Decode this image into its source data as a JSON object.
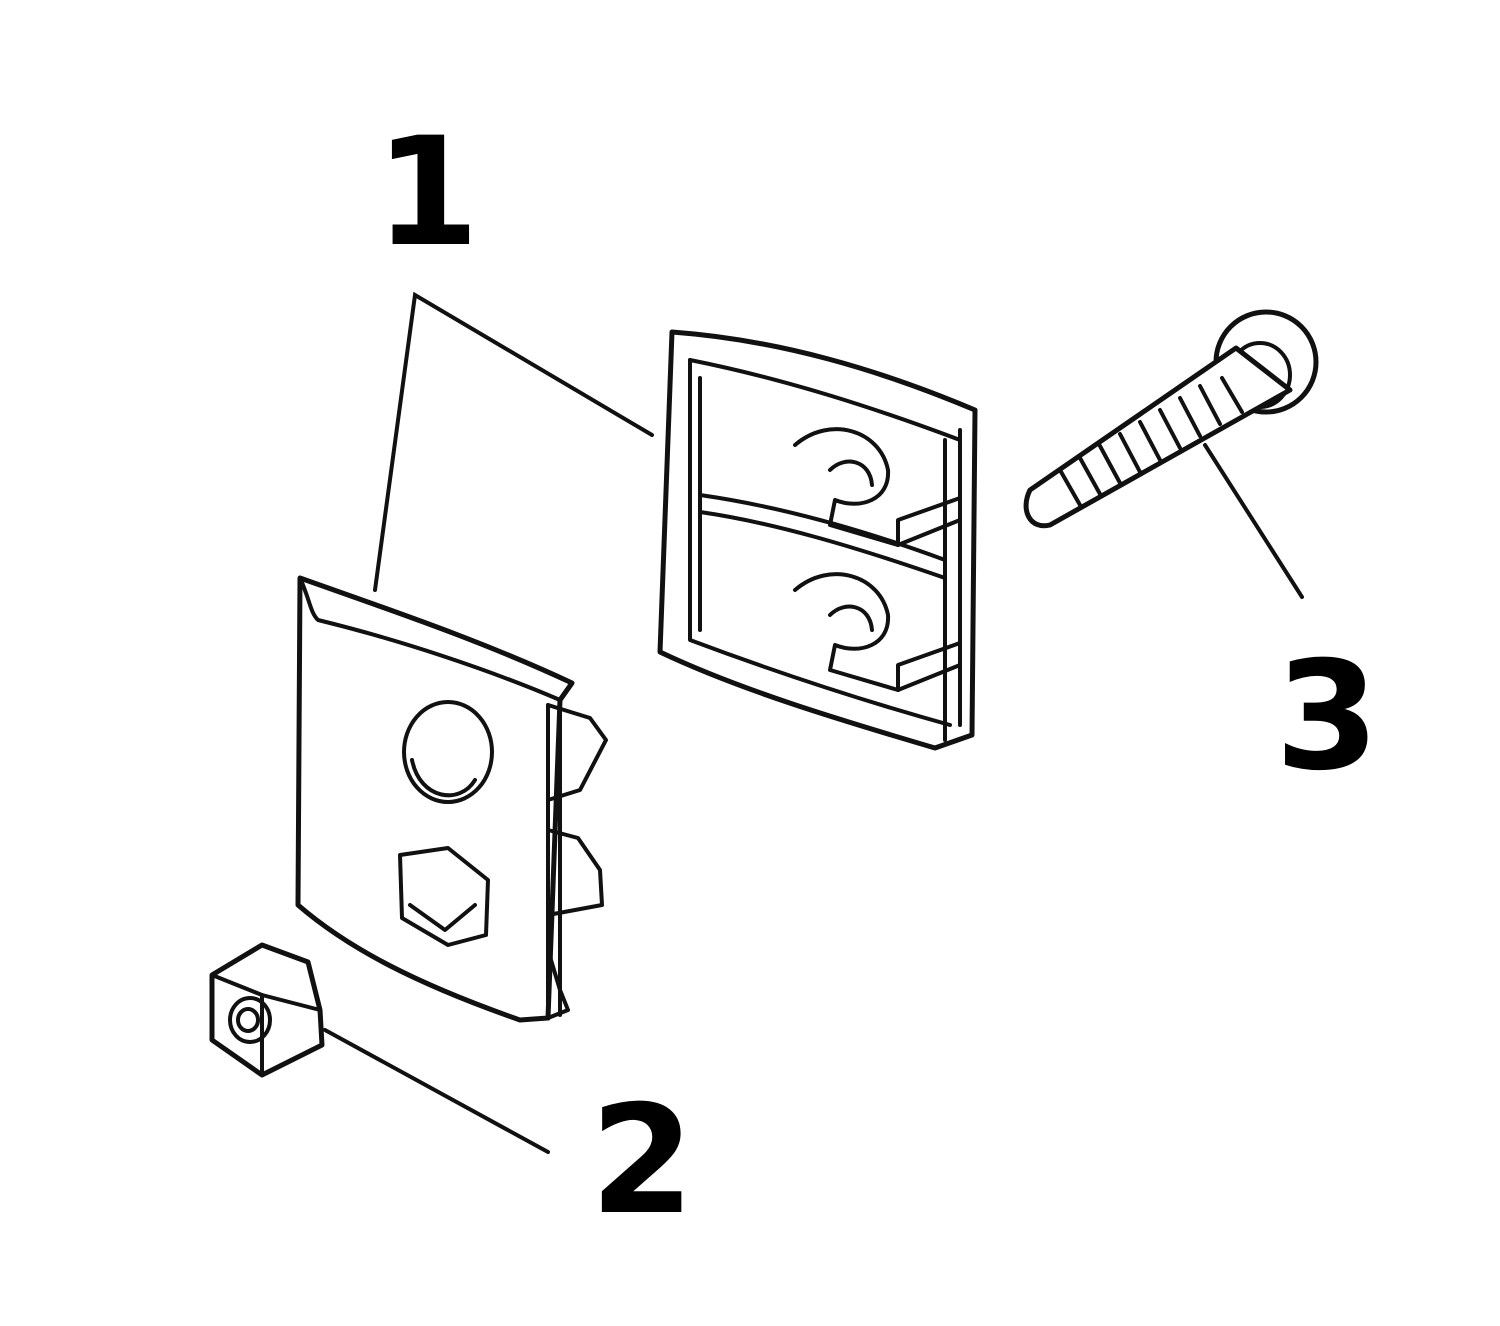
{
  "callouts": [
    {
      "label": "1",
      "part": "cable-clip-bracket"
    },
    {
      "label": "2",
      "part": "hex-nut"
    },
    {
      "label": "3",
      "part": "screw"
    }
  ]
}
